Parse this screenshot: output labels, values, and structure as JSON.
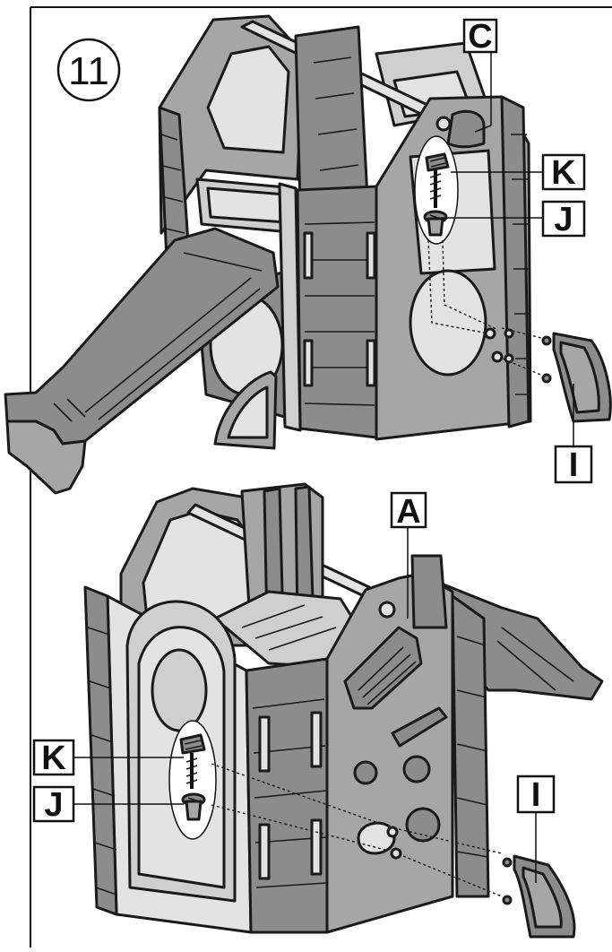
{
  "step": {
    "number": "11"
  },
  "labels": {
    "top_c": "C",
    "top_k": "K",
    "top_j": "J",
    "top_i": "I",
    "bottom_a": "A",
    "bottom_k": "K",
    "bottom_j": "J",
    "bottom_i": "I"
  },
  "colors": {
    "outline": "#1a1a1a",
    "dark_panel": "#8c8c8c",
    "mid_panel": "#a6a6a6",
    "light_panel": "#cfcfcf",
    "lighter": "#e3e3e3",
    "background": "#ffffff"
  }
}
